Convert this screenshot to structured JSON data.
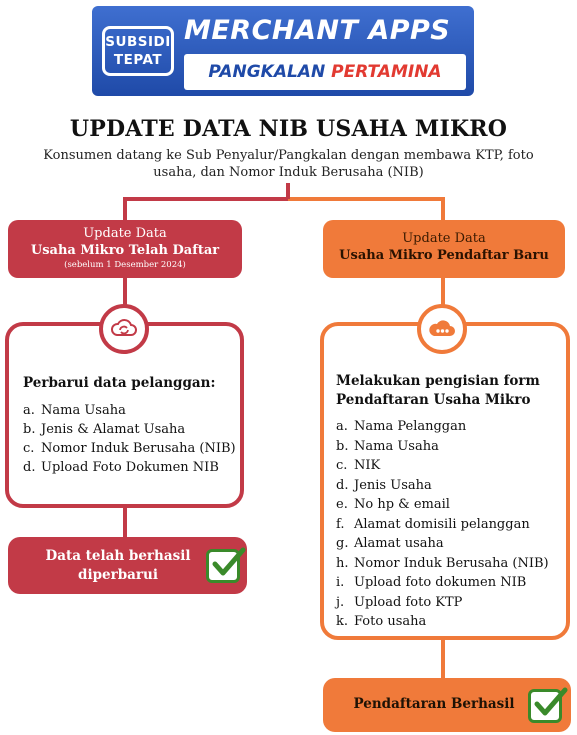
{
  "banner": {
    "badge_line1": "SUBSIDI",
    "badge_line2": "TEPAT",
    "title": "MERCHANT APPS",
    "subtitle_part1": "PANGKALAN",
    "subtitle_part2": "PERTAMINA"
  },
  "header": {
    "title": "UPDATE DATA NIB USAHA MIKRO",
    "subtitle": "Konsumen datang ke Sub Penyalur/Pangkalan dengan membawa KTP, foto usaha, dan Nomor Induk Berusaha (NIB)"
  },
  "left": {
    "pill_line1": "Update Data",
    "pill_line2": "Usaha Mikro Telah Daftar",
    "pill_line3": "(sebelum 1 Desember 2024)",
    "icon": "cloud-sync-icon",
    "heading": "Perbarui data pelanggan:",
    "items": [
      {
        "marker": "a.",
        "text": "Nama Usaha"
      },
      {
        "marker": "b.",
        "text": "Jenis & Alamat Usaha"
      },
      {
        "marker": "c.",
        "text": "Nomor Induk Berusaha (NIB)"
      },
      {
        "marker": "d.",
        "text": "Upload Foto Dokumen NIB"
      }
    ],
    "result": "Data telah berhasil diperbarui"
  },
  "right": {
    "pill_line1": "Update Data",
    "pill_line2": "Usaha Mikro Pendaftar Baru",
    "icon": "cloud-dots-icon",
    "heading": "Melakukan pengisian form Pendaftaran Usaha Mikro",
    "items": [
      {
        "marker": "a.",
        "text": "Nama Pelanggan"
      },
      {
        "marker": "b.",
        "text": "Nama Usaha"
      },
      {
        "marker": "c.",
        "text": "NIK"
      },
      {
        "marker": "d.",
        "text": "Jenis Usaha"
      },
      {
        "marker": "e.",
        "text": "No hp & email"
      },
      {
        "marker": "f.",
        "text": "Alamat domisili pelanggan"
      },
      {
        "marker": "g.",
        "text": "Alamat usaha"
      },
      {
        "marker": "h.",
        "text": "Nomor Induk Berusaha (NIB)"
      },
      {
        "marker": "i.",
        "text": "Upload foto dokumen NIB"
      },
      {
        "marker": "j.",
        "text": "Upload foto KTP"
      },
      {
        "marker": "k.",
        "text": "Foto usaha"
      }
    ],
    "result": "Pendaftaran Berhasil"
  },
  "colors": {
    "left_accent": "#c23a47",
    "right_accent": "#f07a3a",
    "banner_blue": "#1f4aa8",
    "check_green": "#3a8a2a"
  }
}
